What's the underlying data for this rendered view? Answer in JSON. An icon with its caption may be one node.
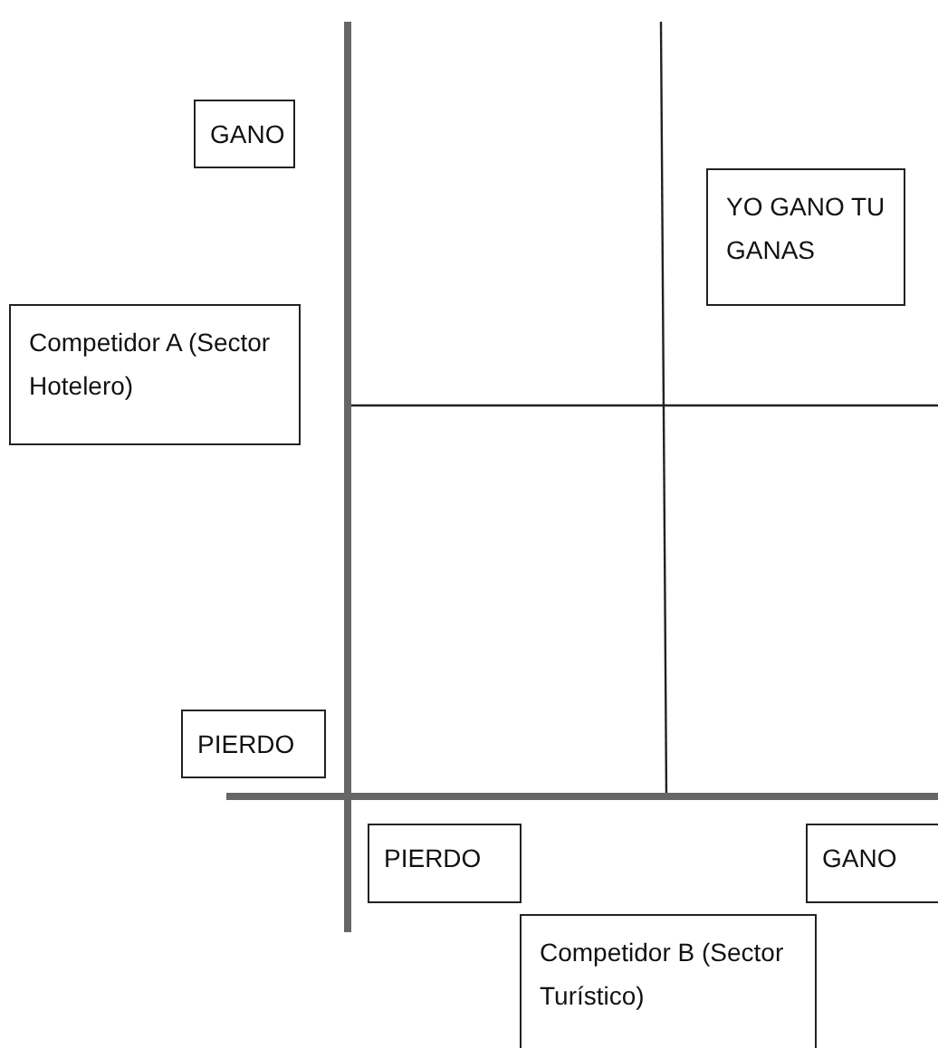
{
  "diagram": {
    "nodes": [
      {
        "text": [
          "GANO"
        ]
      },
      {
        "text": [
          "YO GANO TU GANAS"
        ]
      },
      {
        "text": [
          "Competidor A (Sector Hotelero)"
        ]
      },
      {
        "text": [
          "PIERDO"
        ]
      },
      {
        "text": [
          "PIERDO"
        ]
      },
      {
        "text": [
          "GANO"
        ]
      },
      {
        "text": [
          "Competidor B (Sector Turístico)"
        ]
      }
    ]
  }
}
